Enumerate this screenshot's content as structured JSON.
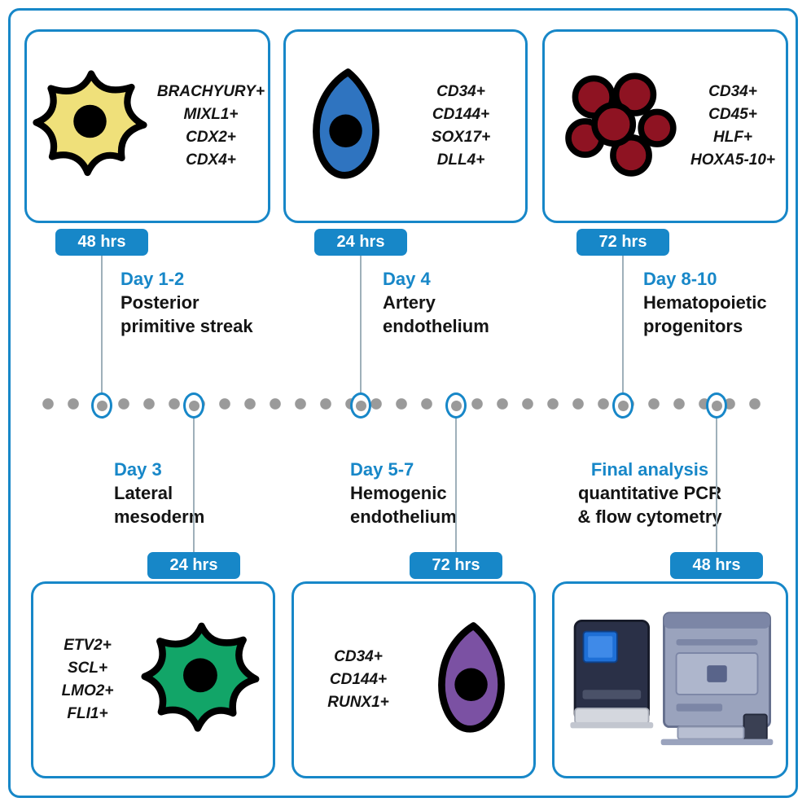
{
  "accent": "#1787c8",
  "colors": {
    "posterior_primitive_streak_cell": "#efe07a",
    "artery_endothelium_cell": "#2f74c0",
    "hematopoietic_progenitors": "#8e1322",
    "lateral_mesoderm_cell": "#12a568",
    "hemogenic_endothelium_cell": "#7b51a3",
    "timeline_dot": "#9a9a9a"
  },
  "stages_top": [
    {
      "badge": "48 hrs",
      "day": "Day 1-2",
      "line1": "Posterior",
      "line2": "primitive streak",
      "markers": [
        "BRACHYURY+",
        "MIXL1+",
        "CDX2+",
        "CDX4+"
      ]
    },
    {
      "badge": "24 hrs",
      "day": "Day 4",
      "line1": "Artery",
      "line2": "endothelium",
      "markers": [
        "CD34+",
        "CD144+",
        "SOX17+",
        "DLL4+"
      ]
    },
    {
      "badge": "72 hrs",
      "day": "Day 8-10",
      "line1": "Hematopoietic",
      "line2": "progenitors",
      "markers": [
        "CD34+",
        "CD45+",
        "HLF+",
        "HOXA5-10+"
      ]
    }
  ],
  "stages_bottom": [
    {
      "badge": "24 hrs",
      "day": "Day 3",
      "line1": "Lateral",
      "line2": "mesoderm",
      "markers": [
        "ETV2+",
        "SCL+",
        "LMO2+",
        "FLI1+"
      ]
    },
    {
      "badge": "72 hrs",
      "day": "Day 5-7",
      "line1": "Hemogenic",
      "line2": "endothelium",
      "markers": [
        "CD34+",
        "CD144+",
        "RUNX1+"
      ]
    },
    {
      "badge": "48 hrs",
      "day": "Final analysis",
      "line1": "quantitative PCR",
      "line2": "& flow cytometry"
    }
  ]
}
